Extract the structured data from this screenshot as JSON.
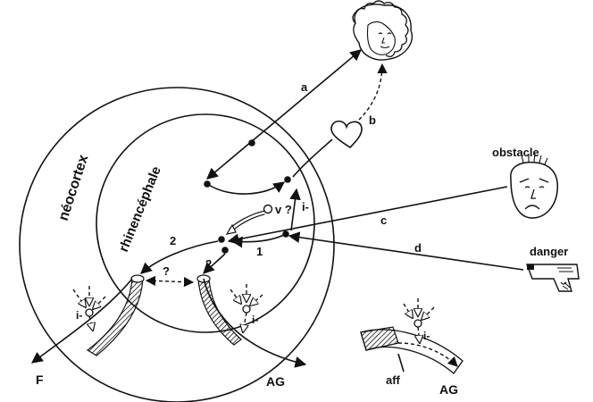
{
  "labels": {
    "neocortex": "néocortex",
    "rhinencephale": "rhinencéphale",
    "a": "a",
    "b": "b",
    "c": "c",
    "d": "d",
    "obstacle": "obstacle",
    "danger": "danger",
    "v": "v ?",
    "i_top": "i-",
    "num1": "1",
    "num2_left": "2",
    "num2_low": "2",
    "question": "?",
    "i_mid": "i-",
    "i_right": "i-",
    "F": "F",
    "AG_main": "AG",
    "aff": "aff",
    "AG_inset": "AG"
  },
  "colors": {
    "ink": "#111111",
    "paper": "#ffffff"
  },
  "icons": [
    "woman-face-icon",
    "heart-icon",
    "angry-face-icon",
    "gun-icon"
  ]
}
